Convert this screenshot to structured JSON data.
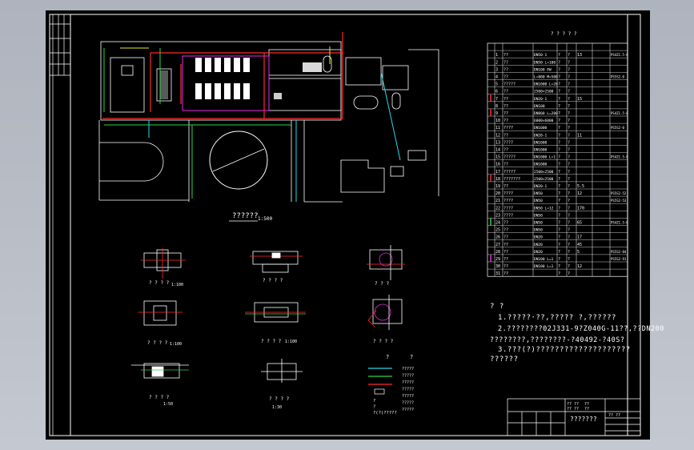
{
  "site_plan": {
    "label": "??????",
    "scale": "1:500"
  },
  "table": {
    "title": "? ? ? ? ?",
    "rows": [
      [
        "1",
        "??",
        "DN50-1",
        "?",
        "?",
        "13",
        ""
      ],
      [
        "2",
        "??",
        "DN50 L=100",
        "?",
        "?",
        "",
        ""
      ],
      [
        "3",
        "??",
        "DN100 PW",
        "?",
        "?",
        "",
        ""
      ],
      [
        "4",
        "??",
        "L=800 M=500",
        "?",
        "?",
        "",
        ""
      ],
      [
        "5",
        "?????",
        "DN1000 L=20",
        "?",
        "?",
        "",
        ""
      ],
      [
        "6",
        "??",
        "2500×2500",
        "?",
        "?",
        "",
        ""
      ],
      [
        "7",
        "??",
        "DN20-1",
        "?",
        "?",
        "15",
        ""
      ],
      [
        "8",
        "??",
        "DN100",
        "?",
        "?",
        "",
        ""
      ],
      [
        "9",
        "??",
        "DN800 L=200",
        "?",
        "?",
        "",
        ""
      ],
      [
        "10",
        "??",
        "6000×6000",
        "?",
        "?",
        "",
        ""
      ],
      [
        "11",
        "????",
        "DN1000",
        "?",
        "?",
        "",
        ""
      ],
      [
        "12",
        "??",
        "DN20-1",
        "?",
        "?",
        "11",
        ""
      ],
      [
        "13",
        "????",
        "DN1000",
        "?",
        "?",
        "",
        ""
      ],
      [
        "14",
        "??",
        "DN1000",
        "?",
        "?",
        "",
        ""
      ],
      [
        "15",
        "?????",
        "DN1000 L=1",
        "?",
        "?",
        "",
        ""
      ],
      [
        "16",
        "??",
        "DN1000",
        "?",
        "?",
        "",
        ""
      ],
      [
        "17",
        "?????",
        "2500×2500",
        "?",
        "?",
        "",
        ""
      ],
      [
        "18",
        "???????",
        "2500×2500",
        "?",
        "?",
        "",
        ""
      ],
      [
        "19",
        "??",
        "DN20-1",
        "?",
        "?",
        "5.5",
        ""
      ],
      [
        "20",
        "????",
        "DN50",
        "?",
        "?",
        "12",
        ""
      ],
      [
        "21",
        "????",
        "DN50",
        "?",
        "?",
        "",
        ""
      ],
      [
        "22",
        "????",
        "DN50 L=12",
        "?",
        "?",
        "170",
        ""
      ],
      [
        "23",
        "????",
        "DN50",
        "?",
        "?",
        "",
        ""
      ],
      [
        "24",
        "??",
        "DN50",
        "?",
        "?",
        "65",
        ""
      ],
      [
        "25",
        "??",
        "DN50",
        "?",
        "?",
        "",
        ""
      ],
      [
        "26",
        "??",
        "DN20",
        "?",
        "?",
        "17",
        ""
      ],
      [
        "27",
        "??",
        "DN20",
        "?",
        "?",
        "45",
        ""
      ],
      [
        "28",
        "??",
        "DN20",
        "?",
        "?",
        "5",
        ""
      ],
      [
        "29",
        "??",
        "DN100 L=1",
        "?",
        "?",
        "",
        ""
      ],
      [
        "30",
        "??",
        "DN100 L=1",
        "?",
        "?",
        "12",
        ""
      ],
      [
        "31",
        "??",
        "",
        "?",
        "?",
        "",
        ""
      ]
    ],
    "remarks": {
      "1": "PS4Z1.5-6",
      "4": "PS5S2-0",
      "9": "PS4Z1.5-8",
      "11": "PS5S2-0",
      "15": "PS4Z1.5-8",
      "20": "PS5S2-52",
      "21": "PS5S2-53",
      "24": "PS4Z1.5-6",
      "28": "PS5S2-84",
      "29": "PS5S2-91"
    }
  },
  "notes": {
    "heading": "? ?",
    "line1": "1.?????·??,????? ?,??????",
    "line2": "2.????????02J331-9?Z040G-11??,??DN200",
    "line3": "????????,????????-?40492-?40S?",
    "line4": "3.???(?)????????????????????",
    "line5": "??????"
  },
  "legend": {
    "col1": "?",
    "col2": "?",
    "items": [
      "?????",
      "?????",
      "?????",
      "?????",
      "?????",
      "?????",
      "?????"
    ],
    "symbols": [
      "?",
      "?",
      "?(?)?????"
    ]
  },
  "title_block": {
    "name": "???????",
    "r1c1": "?? ??",
    "r1c2": "??",
    "r2c1": "?? ??",
    "r2c2": "??",
    "code": "?? ??"
  },
  "details": {
    "scale_a": "1:100",
    "scale_b": "1:50",
    "scale_c": "1:30",
    "labels": [
      "? ? ? ?",
      "? ? ? ?",
      "? ? ?",
      "? ? ? ?",
      "? ? ? ?",
      "? ? ? ?",
      "? ? ? ?",
      "? ? ? ?"
    ]
  },
  "colors": {
    "paper": "#000000",
    "frame": "#ffffff",
    "red": "#ff2a2a",
    "green": "#2fd24a",
    "cyan": "#29d8e8",
    "magenta": "#e62ae6",
    "yellow": "#e8e62a"
  }
}
